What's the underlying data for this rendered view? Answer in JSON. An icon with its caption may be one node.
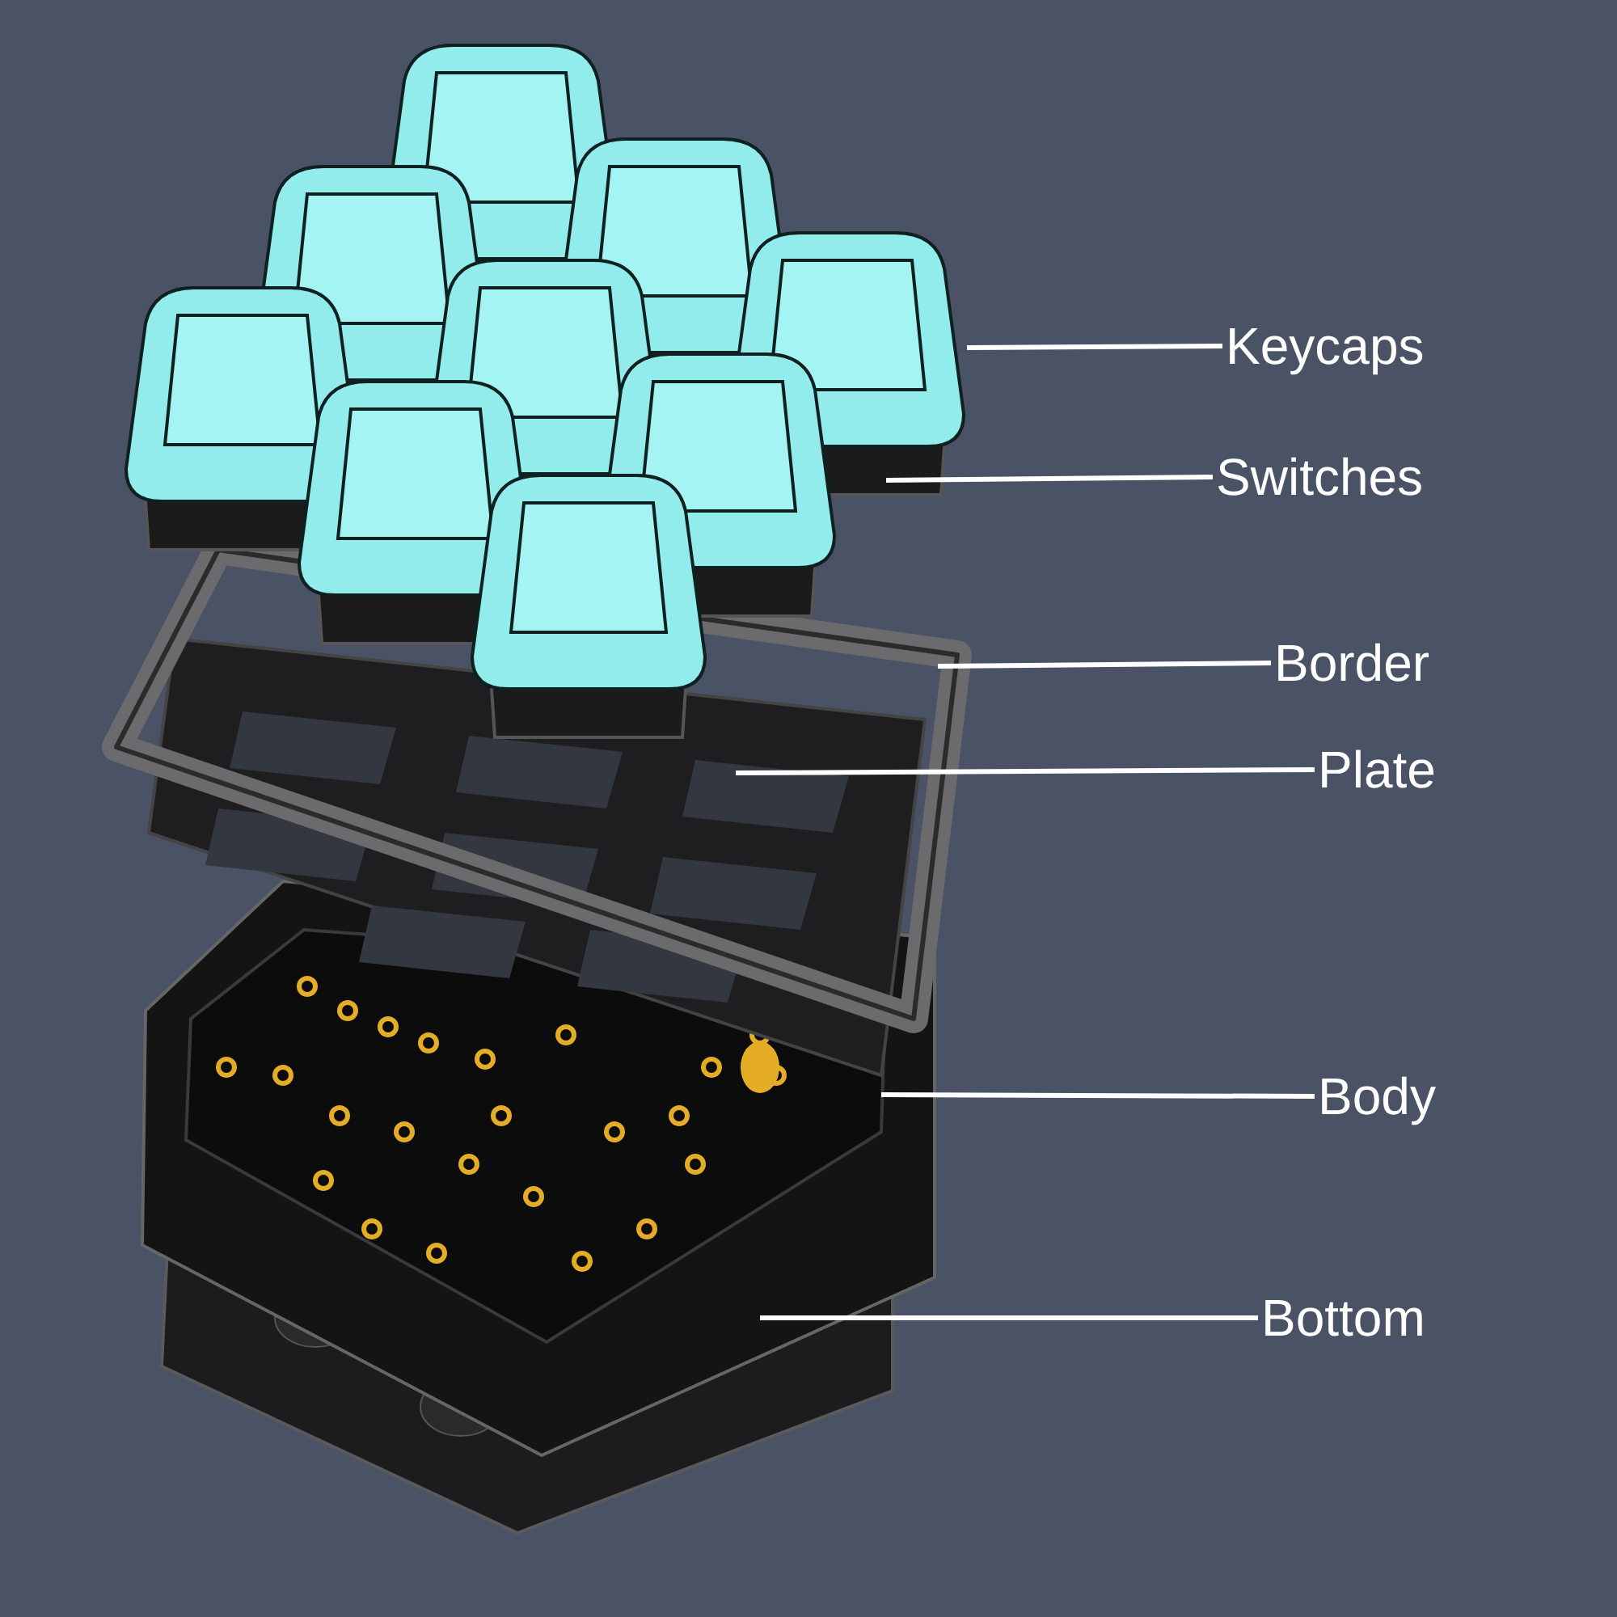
{
  "diagram": {
    "nodes": [
      {
        "text": [
          "Keycaps"
        ]
      },
      {
        "text": [
          "Switches"
        ]
      },
      {
        "text": [
          "Border"
        ]
      },
      {
        "text": [
          "Plate"
        ]
      },
      {
        "text": [
          "Body"
        ]
      },
      {
        "text": [
          "Bottom"
        ]
      }
    ],
    "edges": [
      {
        "from": 0,
        "to": null,
        "arrow": "none"
      },
      {
        "from": 1,
        "to": null,
        "arrow": "none"
      },
      {
        "from": 2,
        "to": null,
        "arrow": "none"
      },
      {
        "from": 3,
        "to": null,
        "arrow": "none"
      },
      {
        "from": 4,
        "to": null,
        "arrow": "none"
      },
      {
        "from": 5,
        "to": null,
        "arrow": "none"
      }
    ]
  }
}
